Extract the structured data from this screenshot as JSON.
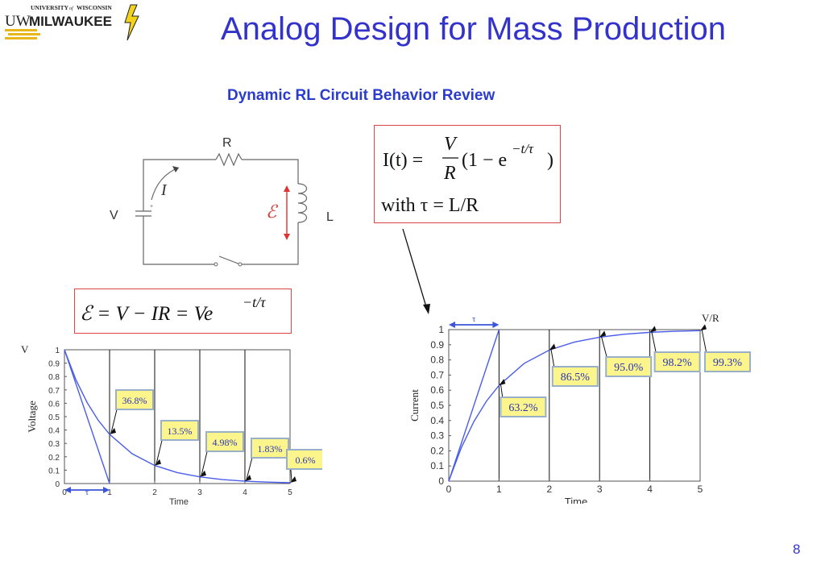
{
  "logo": {
    "top": "UNIVERSITY",
    "of": "of",
    "state": "WISCONSIN",
    "uw": "UW",
    "name": "MILWAUKEE"
  },
  "title": "Analog Design for Mass Production",
  "subtitle": "Dynamic RL Circuit Behavior Review",
  "circuit": {
    "r_label": "R",
    "i_label": "I",
    "v_label": "V",
    "emf_label": "ℰ",
    "l_label": "L",
    "plus": "+"
  },
  "equation1": {
    "lhs": "I(t) =",
    "num": "V",
    "den": "R",
    "paren": "(1 − e",
    "exp": "−t/τ",
    "close": ")",
    "line2": "with τ = L/R"
  },
  "equation2": {
    "text": "ℰ = V − IR = Ve",
    "exp": "−t/τ"
  },
  "page_number": "8",
  "chart_data": [
    {
      "type": "line",
      "ylabel": "Voltage",
      "xlabel": "Time",
      "y_axis_top_label": "V",
      "tau_label": "τ",
      "xlim": [
        0,
        5
      ],
      "ylim": [
        0,
        1
      ],
      "x_ticks": [
        "0",
        "1",
        "2",
        "3",
        "4",
        "5"
      ],
      "y_ticks": [
        "0",
        "0.1",
        "0.2",
        "0.3",
        "0.4",
        "0.5",
        "0.6",
        "0.7",
        "0.8",
        "0.9",
        "1"
      ],
      "grid": "vertical",
      "series": [
        {
          "values_x": [
            0,
            0.25,
            0.5,
            0.75,
            1,
            1.5,
            2,
            2.5,
            3,
            3.5,
            4,
            4.5,
            5
          ],
          "values_y": [
            1,
            0.779,
            0.607,
            0.472,
            0.368,
            0.223,
            0.135,
            0.082,
            0.05,
            0.03,
            0.018,
            0.011,
            0.006
          ]
        },
        {
          "values_x": [
            0,
            1
          ],
          "values_y": [
            1,
            0
          ]
        }
      ],
      "annotations": [
        {
          "text": "36.8%",
          "x": 1,
          "y": 0.368
        },
        {
          "text": "13.5%",
          "x": 2,
          "y": 0.135
        },
        {
          "text": "4.98%",
          "x": 3,
          "y": 0.05
        },
        {
          "text": "1.83%",
          "x": 4,
          "y": 0.018
        },
        {
          "text": "0.6%",
          "x": 5,
          "y": 0.006
        }
      ]
    },
    {
      "type": "line",
      "ylabel": "Current",
      "xlabel": "Time",
      "y_axis_top_label": "V/R",
      "tau_label": "τ",
      "xlim": [
        0,
        5
      ],
      "ylim": [
        0,
        1
      ],
      "x_ticks": [
        "0",
        "1",
        "2",
        "3",
        "4",
        "5"
      ],
      "y_ticks": [
        "0",
        "0.1",
        "0.2",
        "0.3",
        "0.4",
        "0.5",
        "0.6",
        "0.7",
        "0.8",
        "0.9",
        "1"
      ],
      "grid": "vertical",
      "series": [
        {
          "values_x": [
            0,
            0.25,
            0.5,
            0.75,
            1,
            1.5,
            2,
            2.5,
            3,
            3.5,
            4,
            4.5,
            5
          ],
          "values_y": [
            0,
            0.221,
            0.393,
            0.528,
            0.632,
            0.777,
            0.865,
            0.918,
            0.95,
            0.97,
            0.982,
            0.989,
            0.993
          ]
        },
        {
          "values_x": [
            0,
            1
          ],
          "values_y": [
            0,
            1
          ]
        }
      ],
      "annotations": [
        {
          "text": "63.2%",
          "x": 1,
          "y": 0.632
        },
        {
          "text": "86.5%",
          "x": 2,
          "y": 0.865
        },
        {
          "text": "95.0%",
          "x": 3,
          "y": 0.95
        },
        {
          "text": "98.2%",
          "x": 4,
          "y": 0.982
        },
        {
          "text": "99.3%",
          "x": 5,
          "y": 0.993
        }
      ]
    }
  ]
}
